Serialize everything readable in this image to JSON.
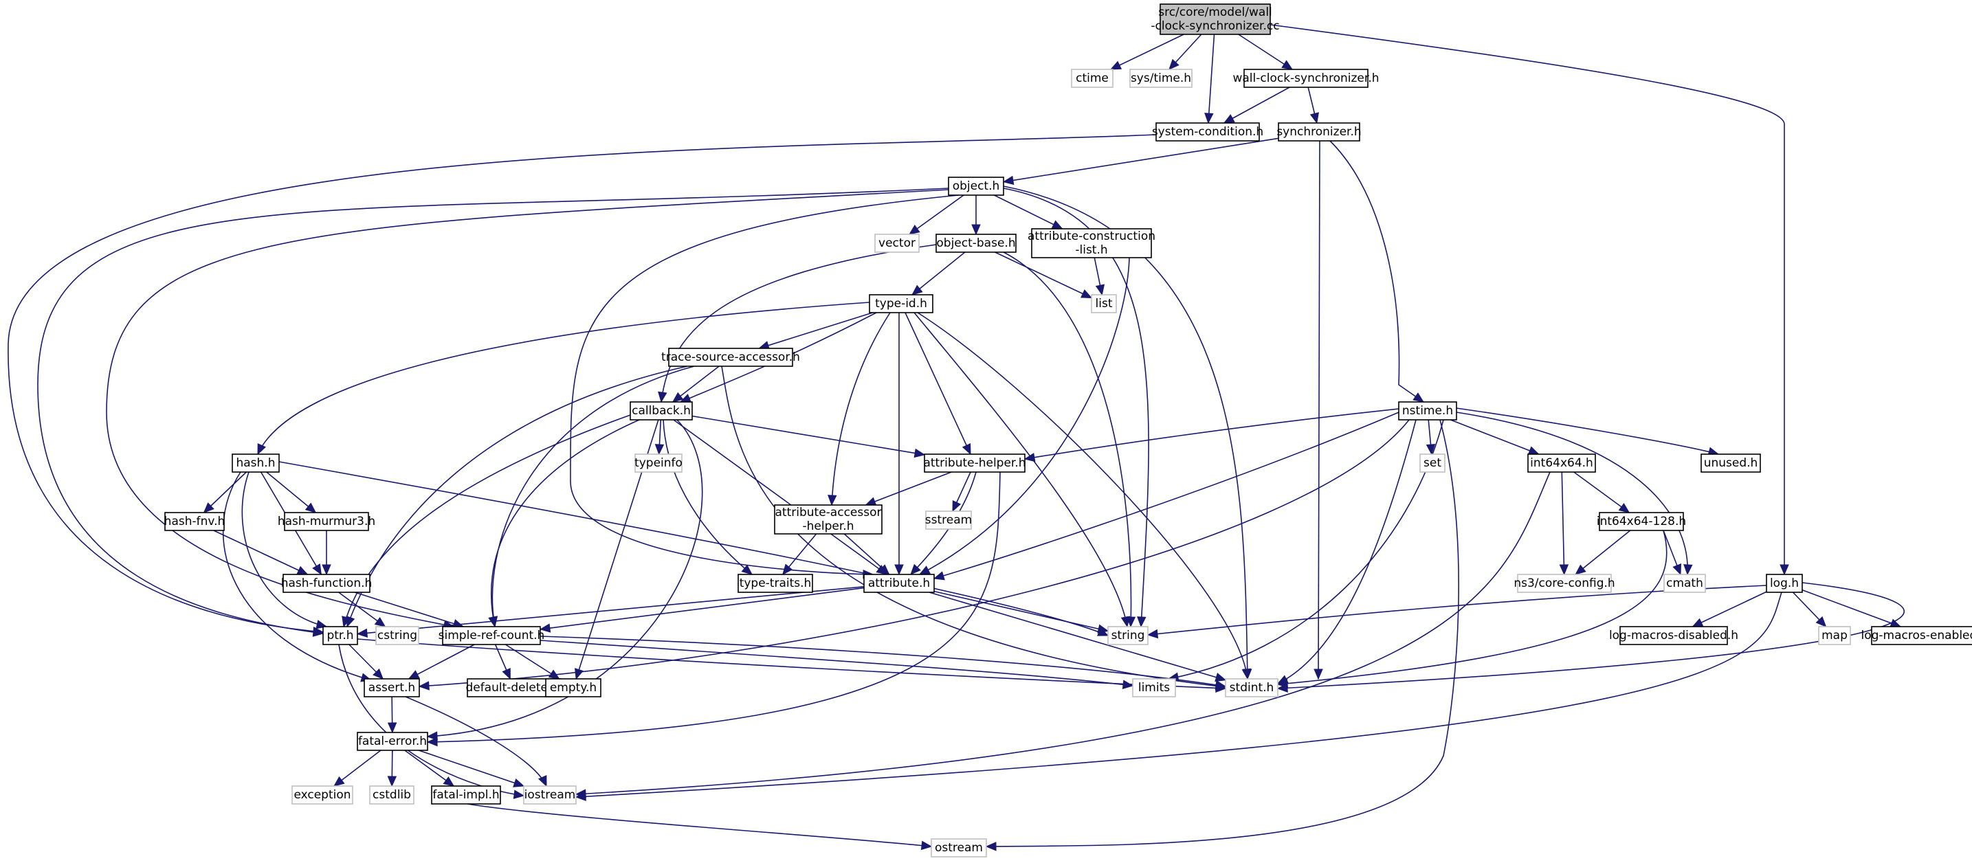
{
  "colors": {
    "edge": "#191970",
    "node_border": "#000000",
    "external_border": "#bfbfbf",
    "root_fill": "#bfbfbf",
    "background": "#ffffff"
  },
  "nodes": [
    {
      "id": "root",
      "lines": [
        "src/core/model/wall",
        "-clock-synchronizer.cc"
      ],
      "kind": "root"
    },
    {
      "id": "ctime",
      "lines": [
        "ctime"
      ],
      "kind": "external"
    },
    {
      "id": "systime",
      "lines": [
        "sys/time.h"
      ],
      "kind": "external"
    },
    {
      "id": "wcsynch",
      "lines": [
        "wall-clock-synchronizer.h"
      ],
      "kind": "file"
    },
    {
      "id": "syscond",
      "lines": [
        "system-condition.h"
      ],
      "kind": "file"
    },
    {
      "id": "synch",
      "lines": [
        "synchronizer.h"
      ],
      "kind": "file"
    },
    {
      "id": "object",
      "lines": [
        "object.h"
      ],
      "kind": "file"
    },
    {
      "id": "vector",
      "lines": [
        "vector"
      ],
      "kind": "external"
    },
    {
      "id": "objbase",
      "lines": [
        "object-base.h"
      ],
      "kind": "file"
    },
    {
      "id": "attrcons",
      "lines": [
        "attribute-construction",
        "-list.h"
      ],
      "kind": "file"
    },
    {
      "id": "list",
      "lines": [
        "list"
      ],
      "kind": "external"
    },
    {
      "id": "typeid",
      "lines": [
        "type-id.h"
      ],
      "kind": "file"
    },
    {
      "id": "tracesrc",
      "lines": [
        "trace-source-accessor.h"
      ],
      "kind": "file"
    },
    {
      "id": "callback",
      "lines": [
        "callback.h"
      ],
      "kind": "file"
    },
    {
      "id": "typeinfo",
      "lines": [
        "typeinfo"
      ],
      "kind": "external"
    },
    {
      "id": "attrhelper",
      "lines": [
        "attribute-helper.h"
      ],
      "kind": "file"
    },
    {
      "id": "sstream",
      "lines": [
        "sstream"
      ],
      "kind": "external"
    },
    {
      "id": "attraccess",
      "lines": [
        "attribute-accessor",
        "-helper.h"
      ],
      "kind": "file"
    },
    {
      "id": "typetraits",
      "lines": [
        "type-traits.h"
      ],
      "kind": "file"
    },
    {
      "id": "attribute",
      "lines": [
        "attribute.h"
      ],
      "kind": "file"
    },
    {
      "id": "hash",
      "lines": [
        "hash.h"
      ],
      "kind": "file"
    },
    {
      "id": "hashfnv",
      "lines": [
        "hash-fnv.h"
      ],
      "kind": "file"
    },
    {
      "id": "hashmurmur",
      "lines": [
        "hash-murmur3.h"
      ],
      "kind": "file"
    },
    {
      "id": "hashfunc",
      "lines": [
        "hash-function.h"
      ],
      "kind": "file"
    },
    {
      "id": "ptr",
      "lines": [
        "ptr.h"
      ],
      "kind": "file"
    },
    {
      "id": "cstring",
      "lines": [
        "cstring"
      ],
      "kind": "external"
    },
    {
      "id": "simpleref",
      "lines": [
        "simple-ref-count.h"
      ],
      "kind": "file"
    },
    {
      "id": "assert",
      "lines": [
        "assert.h"
      ],
      "kind": "file"
    },
    {
      "id": "defdel",
      "lines": [
        "default-deleter.h"
      ],
      "kind": "file"
    },
    {
      "id": "empty",
      "lines": [
        "empty.h"
      ],
      "kind": "file"
    },
    {
      "id": "fatalerr",
      "lines": [
        "fatal-error.h"
      ],
      "kind": "file"
    },
    {
      "id": "exception",
      "lines": [
        "exception"
      ],
      "kind": "external"
    },
    {
      "id": "cstdlib",
      "lines": [
        "cstdlib"
      ],
      "kind": "external"
    },
    {
      "id": "fatalimpl",
      "lines": [
        "fatal-impl.h"
      ],
      "kind": "file"
    },
    {
      "id": "iostream",
      "lines": [
        "iostream"
      ],
      "kind": "external"
    },
    {
      "id": "ostream",
      "lines": [
        "ostream"
      ],
      "kind": "external"
    },
    {
      "id": "string",
      "lines": [
        "string"
      ],
      "kind": "external"
    },
    {
      "id": "stdint",
      "lines": [
        "stdint.h"
      ],
      "kind": "external"
    },
    {
      "id": "limits",
      "lines": [
        "limits"
      ],
      "kind": "external"
    },
    {
      "id": "nstime",
      "lines": [
        "nstime.h"
      ],
      "kind": "file"
    },
    {
      "id": "set",
      "lines": [
        "set"
      ],
      "kind": "external"
    },
    {
      "id": "int64",
      "lines": [
        "int64x64.h"
      ],
      "kind": "file"
    },
    {
      "id": "int128",
      "lines": [
        "int64x64-128.h"
      ],
      "kind": "file"
    },
    {
      "id": "coreconfig",
      "lines": [
        "ns3/core-config.h"
      ],
      "kind": "external"
    },
    {
      "id": "cmath",
      "lines": [
        "cmath"
      ],
      "kind": "external"
    },
    {
      "id": "unused",
      "lines": [
        "unused.h"
      ],
      "kind": "file"
    },
    {
      "id": "log",
      "lines": [
        "log.h"
      ],
      "kind": "file"
    },
    {
      "id": "map",
      "lines": [
        "map"
      ],
      "kind": "external"
    },
    {
      "id": "logdis",
      "lines": [
        "log-macros-disabled.h"
      ],
      "kind": "file"
    },
    {
      "id": "logen",
      "lines": [
        "log-macros-enabled.h"
      ],
      "kind": "file"
    }
  ],
  "edges": [
    [
      "root",
      "ctime"
    ],
    [
      "root",
      "systime"
    ],
    [
      "root",
      "wcsynch"
    ],
    [
      "root",
      "syscond"
    ],
    [
      "root",
      "log"
    ],
    [
      "wcsynch",
      "syscond"
    ],
    [
      "wcsynch",
      "synch"
    ],
    [
      "syscond",
      "ptr"
    ],
    [
      "synch",
      "object"
    ],
    [
      "synch",
      "nstime"
    ],
    [
      "synch",
      "stdint"
    ],
    [
      "object",
      "vector"
    ],
    [
      "object",
      "objbase"
    ],
    [
      "object",
      "attrcons"
    ],
    [
      "object",
      "string"
    ],
    [
      "object",
      "stdint"
    ],
    [
      "object",
      "attribute"
    ],
    [
      "object",
      "ptr"
    ],
    [
      "object",
      "simpleref"
    ],
    [
      "objbase",
      "typeid"
    ],
    [
      "objbase",
      "list"
    ],
    [
      "objbase",
      "string"
    ],
    [
      "objbase",
      "callback"
    ],
    [
      "attrcons",
      "list"
    ],
    [
      "attrcons",
      "attribute"
    ],
    [
      "typeid",
      "tracesrc"
    ],
    [
      "typeid",
      "callback"
    ],
    [
      "typeid",
      "attrhelper"
    ],
    [
      "typeid",
      "attraccess"
    ],
    [
      "typeid",
      "attribute"
    ],
    [
      "typeid",
      "string"
    ],
    [
      "typeid",
      "stdint"
    ],
    [
      "typeid",
      "hash"
    ],
    [
      "tracesrc",
      "callback"
    ],
    [
      "tracesrc",
      "simpleref"
    ],
    [
      "tracesrc",
      "ptr"
    ],
    [
      "tracesrc",
      "stdint"
    ],
    [
      "callback",
      "typeinfo"
    ],
    [
      "callback",
      "attrhelper"
    ],
    [
      "callback",
      "typetraits"
    ],
    [
      "callback",
      "attribute"
    ],
    [
      "callback",
      "ptr"
    ],
    [
      "callback",
      "simpleref"
    ],
    [
      "callback",
      "empty"
    ],
    [
      "callback",
      "fatalerr"
    ],
    [
      "attrhelper",
      "sstream"
    ],
    [
      "attrhelper",
      "attraccess"
    ],
    [
      "attrhelper",
      "attribute"
    ],
    [
      "attrhelper",
      "fatalerr"
    ],
    [
      "attraccess",
      "typetraits"
    ],
    [
      "attraccess",
      "attribute"
    ],
    [
      "attribute",
      "string"
    ],
    [
      "attribute",
      "stdint"
    ],
    [
      "attribute",
      "ptr"
    ],
    [
      "attribute",
      "simpleref"
    ],
    [
      "hash",
      "hashfnv"
    ],
    [
      "hash",
      "hashmurmur"
    ],
    [
      "hash",
      "hashfunc"
    ],
    [
      "hash",
      "string"
    ],
    [
      "hash",
      "assert"
    ],
    [
      "hash",
      "ptr"
    ],
    [
      "hashfnv",
      "hashfunc"
    ],
    [
      "hashmurmur",
      "hashfunc"
    ],
    [
      "hashfunc",
      "cstring"
    ],
    [
      "hashfunc",
      "simpleref"
    ],
    [
      "ptr",
      "assert"
    ],
    [
      "ptr",
      "iostream"
    ],
    [
      "ptr",
      "stdint"
    ],
    [
      "simpleref",
      "assert"
    ],
    [
      "simpleref",
      "defdel"
    ],
    [
      "simpleref",
      "empty"
    ],
    [
      "simpleref",
      "limits"
    ],
    [
      "simpleref",
      "stdint"
    ],
    [
      "assert",
      "fatalerr"
    ],
    [
      "assert",
      "iostream"
    ],
    [
      "fatalerr",
      "exception"
    ],
    [
      "fatalerr",
      "cstdlib"
    ],
    [
      "fatalerr",
      "fatalimpl"
    ],
    [
      "fatalerr",
      "iostream"
    ],
    [
      "fatalimpl",
      "ostream"
    ],
    [
      "nstime",
      "set"
    ],
    [
      "nstime",
      "int64"
    ],
    [
      "nstime",
      "unused"
    ],
    [
      "nstime",
      "cmath"
    ],
    [
      "nstime",
      "attribute"
    ],
    [
      "nstime",
      "attrhelper"
    ],
    [
      "nstime",
      "assert"
    ],
    [
      "nstime",
      "limits"
    ],
    [
      "nstime",
      "stdint"
    ],
    [
      "nstime",
      "ostream"
    ],
    [
      "int64",
      "int128"
    ],
    [
      "int64",
      "coreconfig"
    ],
    [
      "int64",
      "iostream"
    ],
    [
      "int128",
      "coreconfig"
    ],
    [
      "int128",
      "cmath"
    ],
    [
      "int128",
      "stdint"
    ],
    [
      "log",
      "string"
    ],
    [
      "log",
      "logdis"
    ],
    [
      "log",
      "map"
    ],
    [
      "log",
      "logen"
    ],
    [
      "log",
      "iostream"
    ],
    [
      "log",
      "stdint"
    ]
  ]
}
